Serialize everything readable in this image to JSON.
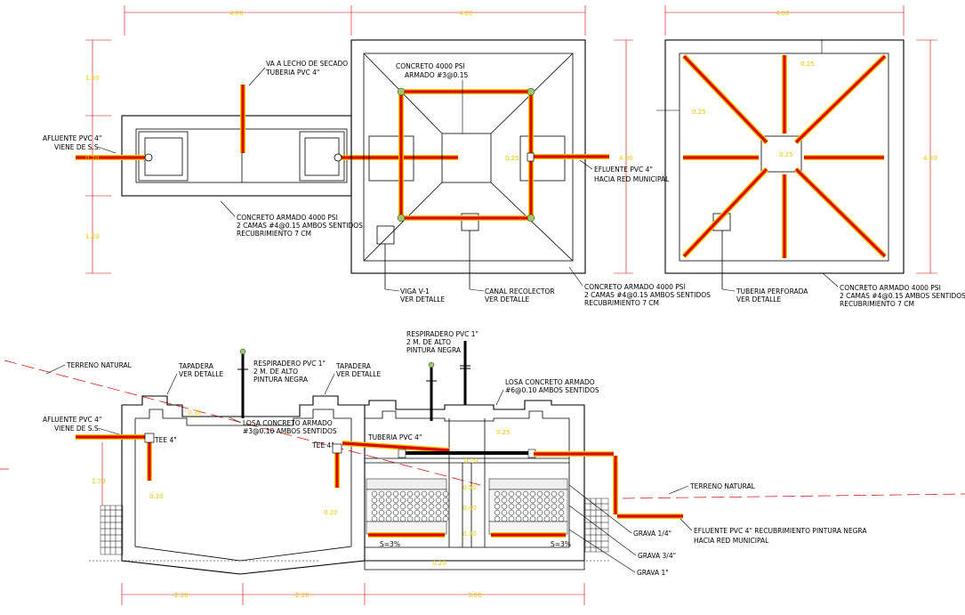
{
  "plan_labels": {
    "va_lecho": "VA A LECHO DE SECADO",
    "tuberia_pvc": "TUBERIA PVC 4\"",
    "concreto_4000": "CONCRETO 4000 PSI",
    "armado_3": "ARMADO #3@0.15",
    "afluente": "AFLUENTE PVC 4\"",
    "viene_ss": "VIENE DE S.S.",
    "efluente": "EFLUENTE PVC 4\"",
    "hacia_red": "HACIA RED MUNICIPAL",
    "concreto_armado_1": "CONCRETO ARMADO 4000 PSI",
    "camas_1": "2 CAMAS #4@0.15 AMBOS SENTIDOS",
    "recub_1": "RECUBRIMIENTO 7 CM",
    "viga": "VIGA V-1",
    "ver_detalle_1": "VER DETALLE",
    "canal": "CANAL RECOLECTOR",
    "ver_detalle_2": "VER DETALLE",
    "concreto_armado_2": "CONCRETO ARMADO 4000 PSI",
    "camas_2": "2 CAMAS #4@0.15 AMBOS SENTIDOS",
    "recub_2": "RECUBRIMIENTO 7 CM",
    "tuberia_perforada": "TUBERIA PERFORADA",
    "ver_detalle_3": "VER DETALLE",
    "concreto_armado_3": "CONCRETO ARMADO 4000 PSI",
    "camas_3": "2 CAMAS #4@0.15 AMBOS SENTIDOS",
    "recub_3": "RECUBRIMIENTO 7 CM"
  },
  "section_labels": {
    "terreno_1": "TERRENO NATURAL",
    "tapadera_1": "TAPADERA",
    "ver_detalle_a": "VER DETALLE",
    "respiradero_1": "RESPIRADERO PVC 1\"",
    "dos_m_1": "2 M. DE ALTO",
    "pintura_1": "PINTURA NEGRA",
    "tapadera_2": "TAPADERA",
    "ver_detalle_b": "VER DETALLE",
    "respiradero_2": "RESPIRADERO PVC 1\"",
    "dos_m_2": "2 M. DE ALTO",
    "pintura_2": "PINTURA NEGRA",
    "losa_1": "LOSA CONCRETO ARMADO",
    "armado_losa_1": "#6@0.10 AMBOS SENTIDOS",
    "losa_2": "LOSA CONCRETO ARMADO",
    "armado_losa_2": "#3@0.10 AMBOS SENTIDOS",
    "afluente_s": "AFLUENTE PVC 4\"",
    "viene_ss_s": "VIENE DE S.S.",
    "tee_1": "TEE 4\"",
    "tee_2": "TEE 4\"",
    "tuberia_s": "TUBERIA PVC 4\"",
    "terreno_2": "TERRENO NATURAL",
    "efluente_s": "EFLUENTE PVC 4\" RECUBRIMIENTO PINTURA NEGRA",
    "hacia_red_s": "HACIA RED MUNICIPAL",
    "grava_14": "GRAVA 1/4\"",
    "grava_34": "GRAVA 3/4\"",
    "grava_1": "GRAVA 1\"",
    "slope_1": "S=3%",
    "slope_2": "S=3%"
  },
  "dimensions": {
    "top_1": "4.00",
    "top_2": "4.00",
    "top_3": "4.00",
    "left_1": "1.50",
    "left_2": "1.00",
    "left_3": "1.50",
    "right_1": "4.00",
    "right_2": "4.00",
    "small_1": "0.25",
    "small_2": "0.25",
    "small_3": "0.25",
    "small_4": "0.50",
    "bot_1": "2.10",
    "bot_2": "2.10",
    "bot_3": "3.00",
    "sec_1": "0.20",
    "sec_2": "0.20",
    "sec_3": "0.30",
    "sec_4": "0.50",
    "sec_5": "0.40",
    "sec_6": "0.30",
    "sec_7": "0.20",
    "sec_8": "1.70",
    "sec_9": "0.25",
    "sec_10": "0.20"
  }
}
